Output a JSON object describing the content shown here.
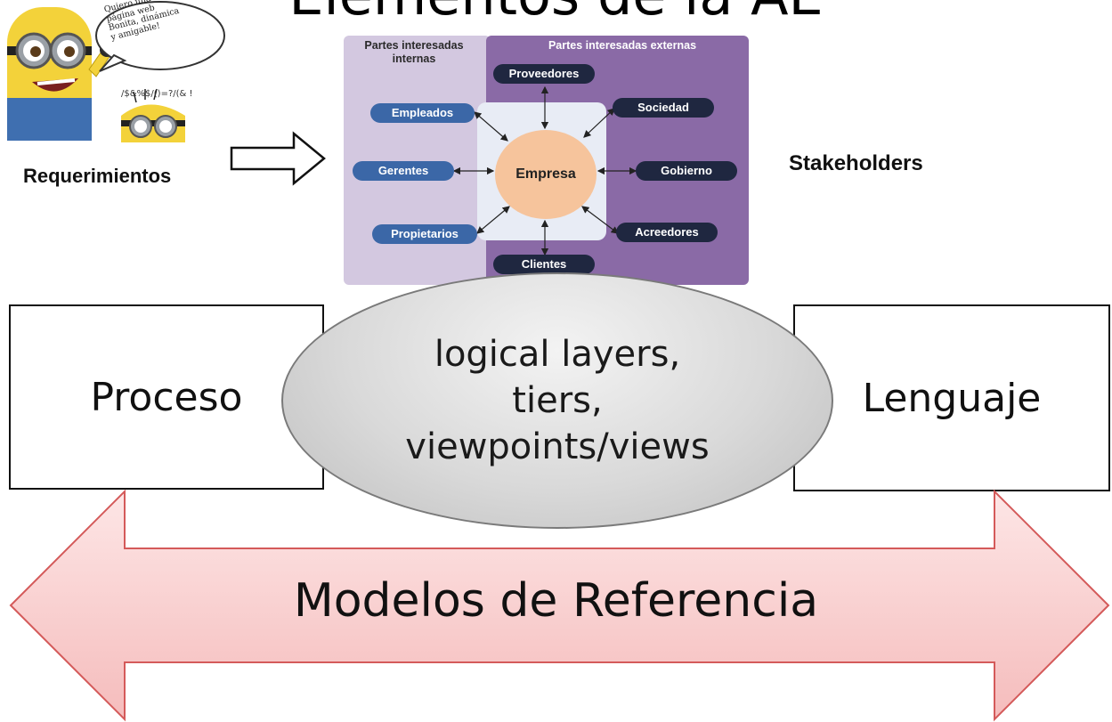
{
  "title": "Elementos de la AE",
  "cartoon": {
    "speech_bubble": "Quiero una\npágina web\nBonita, dinámica\ny amigable!",
    "curse": "/$&%$/()=?/(& !"
  },
  "requirements_label": "Requerimientos",
  "stakeholders_label": "Stakeholders",
  "stakeholder_diagram": {
    "internal_title": "Partes interesadas internas",
    "external_title": "Partes interesadas externas",
    "center": "Empresa",
    "internal": [
      "Empleados",
      "Gerentes",
      "Propietarios"
    ],
    "external": [
      "Proveedores",
      "Sociedad",
      "Gobierno",
      "Acreedores",
      "Clientes"
    ]
  },
  "process_box": "Proceso",
  "language_box": "Lenguaje",
  "ellipse_lines": [
    "logical layers,",
    "tiers,",
    "viewpoints/views"
  ],
  "arrow_label": "Modelos de Referencia",
  "colors": {
    "internal_panel": "#d3c8e0",
    "external_panel": "#8a6aa6",
    "internal_pill": "#3b67a7",
    "external_pill": "#1f2740",
    "center_circle": "#f6c49c",
    "arrow_fill": "#f8c8c8",
    "arrow_stroke": "#d45a5a"
  }
}
